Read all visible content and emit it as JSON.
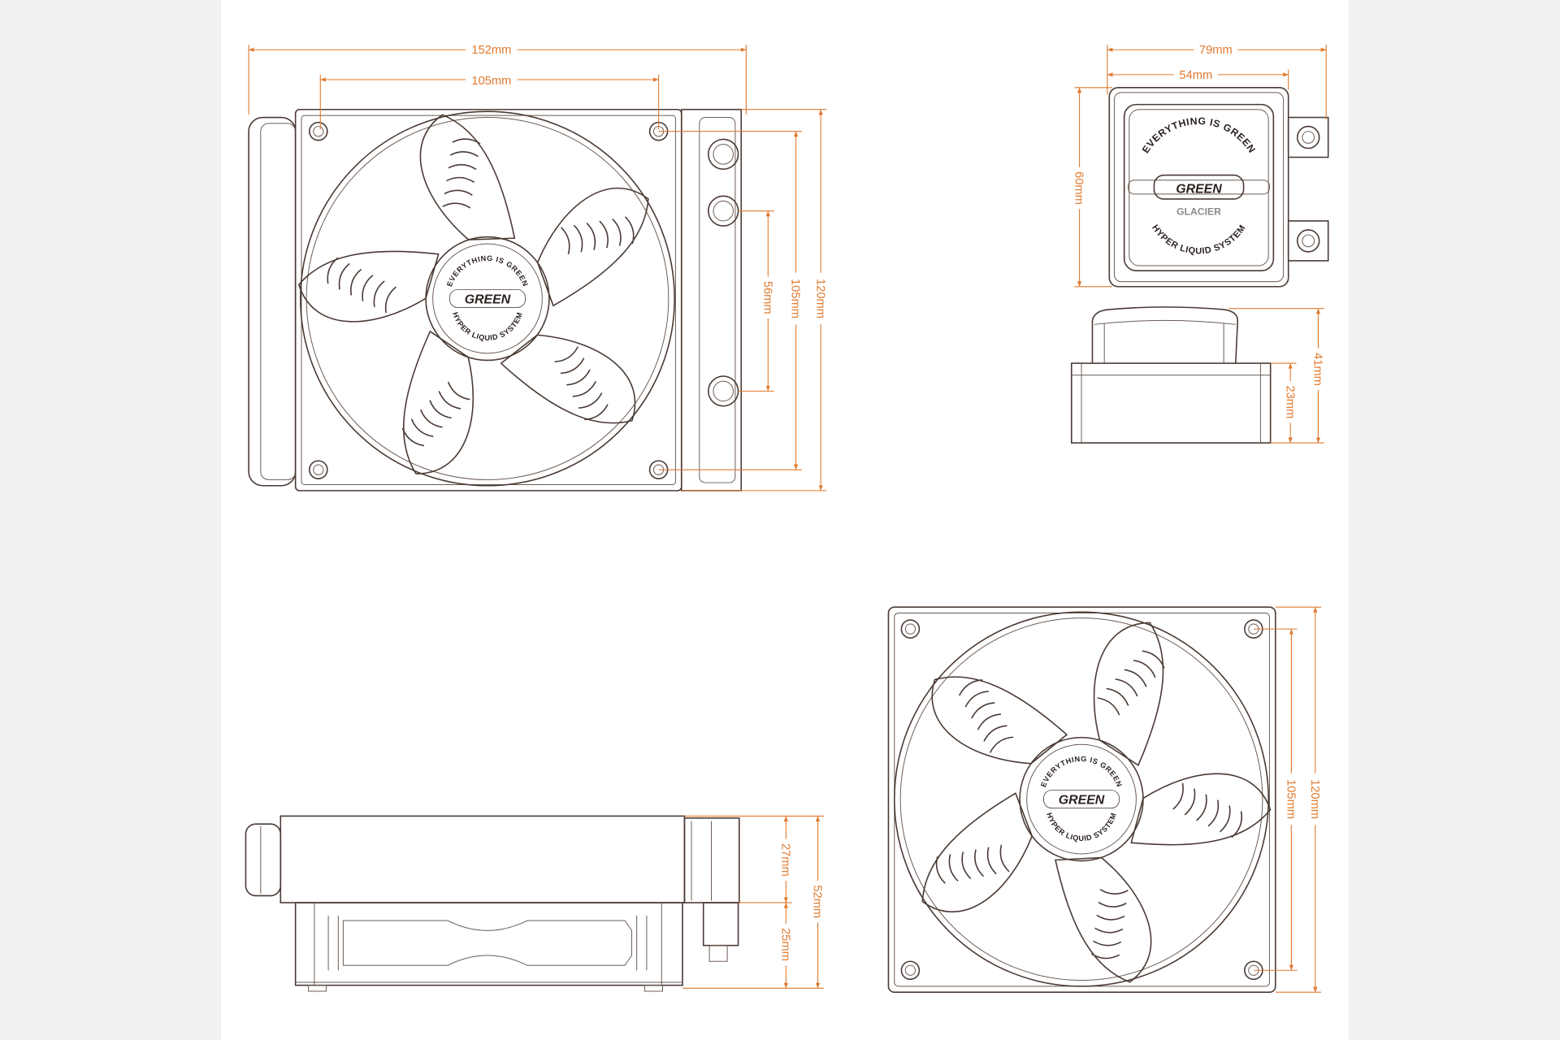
{
  "colors": {
    "dimension": "#e07a2e",
    "outline": "#4a3a34",
    "background": "#ffffff",
    "margin": "#f1f1f1"
  },
  "radiator_front": {
    "width_total": "152mm",
    "fan_hole_spacing": "105mm",
    "fitting_spacing": "56mm",
    "hole_spacing_vertical": "105mm",
    "height": "120mm"
  },
  "pump_top": {
    "width_total": "79mm",
    "width_body": "54mm",
    "height": "60mm"
  },
  "pump_side": {
    "height_total": "41mm",
    "height_base": "23mm"
  },
  "radiator_side": {
    "radiator_thickness": "27mm",
    "total_thickness": "52mm",
    "fan_thickness": "25mm"
  },
  "fan_front": {
    "hole_spacing": "105mm",
    "size": "120mm"
  },
  "branding": {
    "slogan": "EVERYTHING IS GREEN",
    "brand": "GREEN",
    "subtitle": "HYPER LIQUID SYSTEM",
    "product": "GLACIER"
  }
}
